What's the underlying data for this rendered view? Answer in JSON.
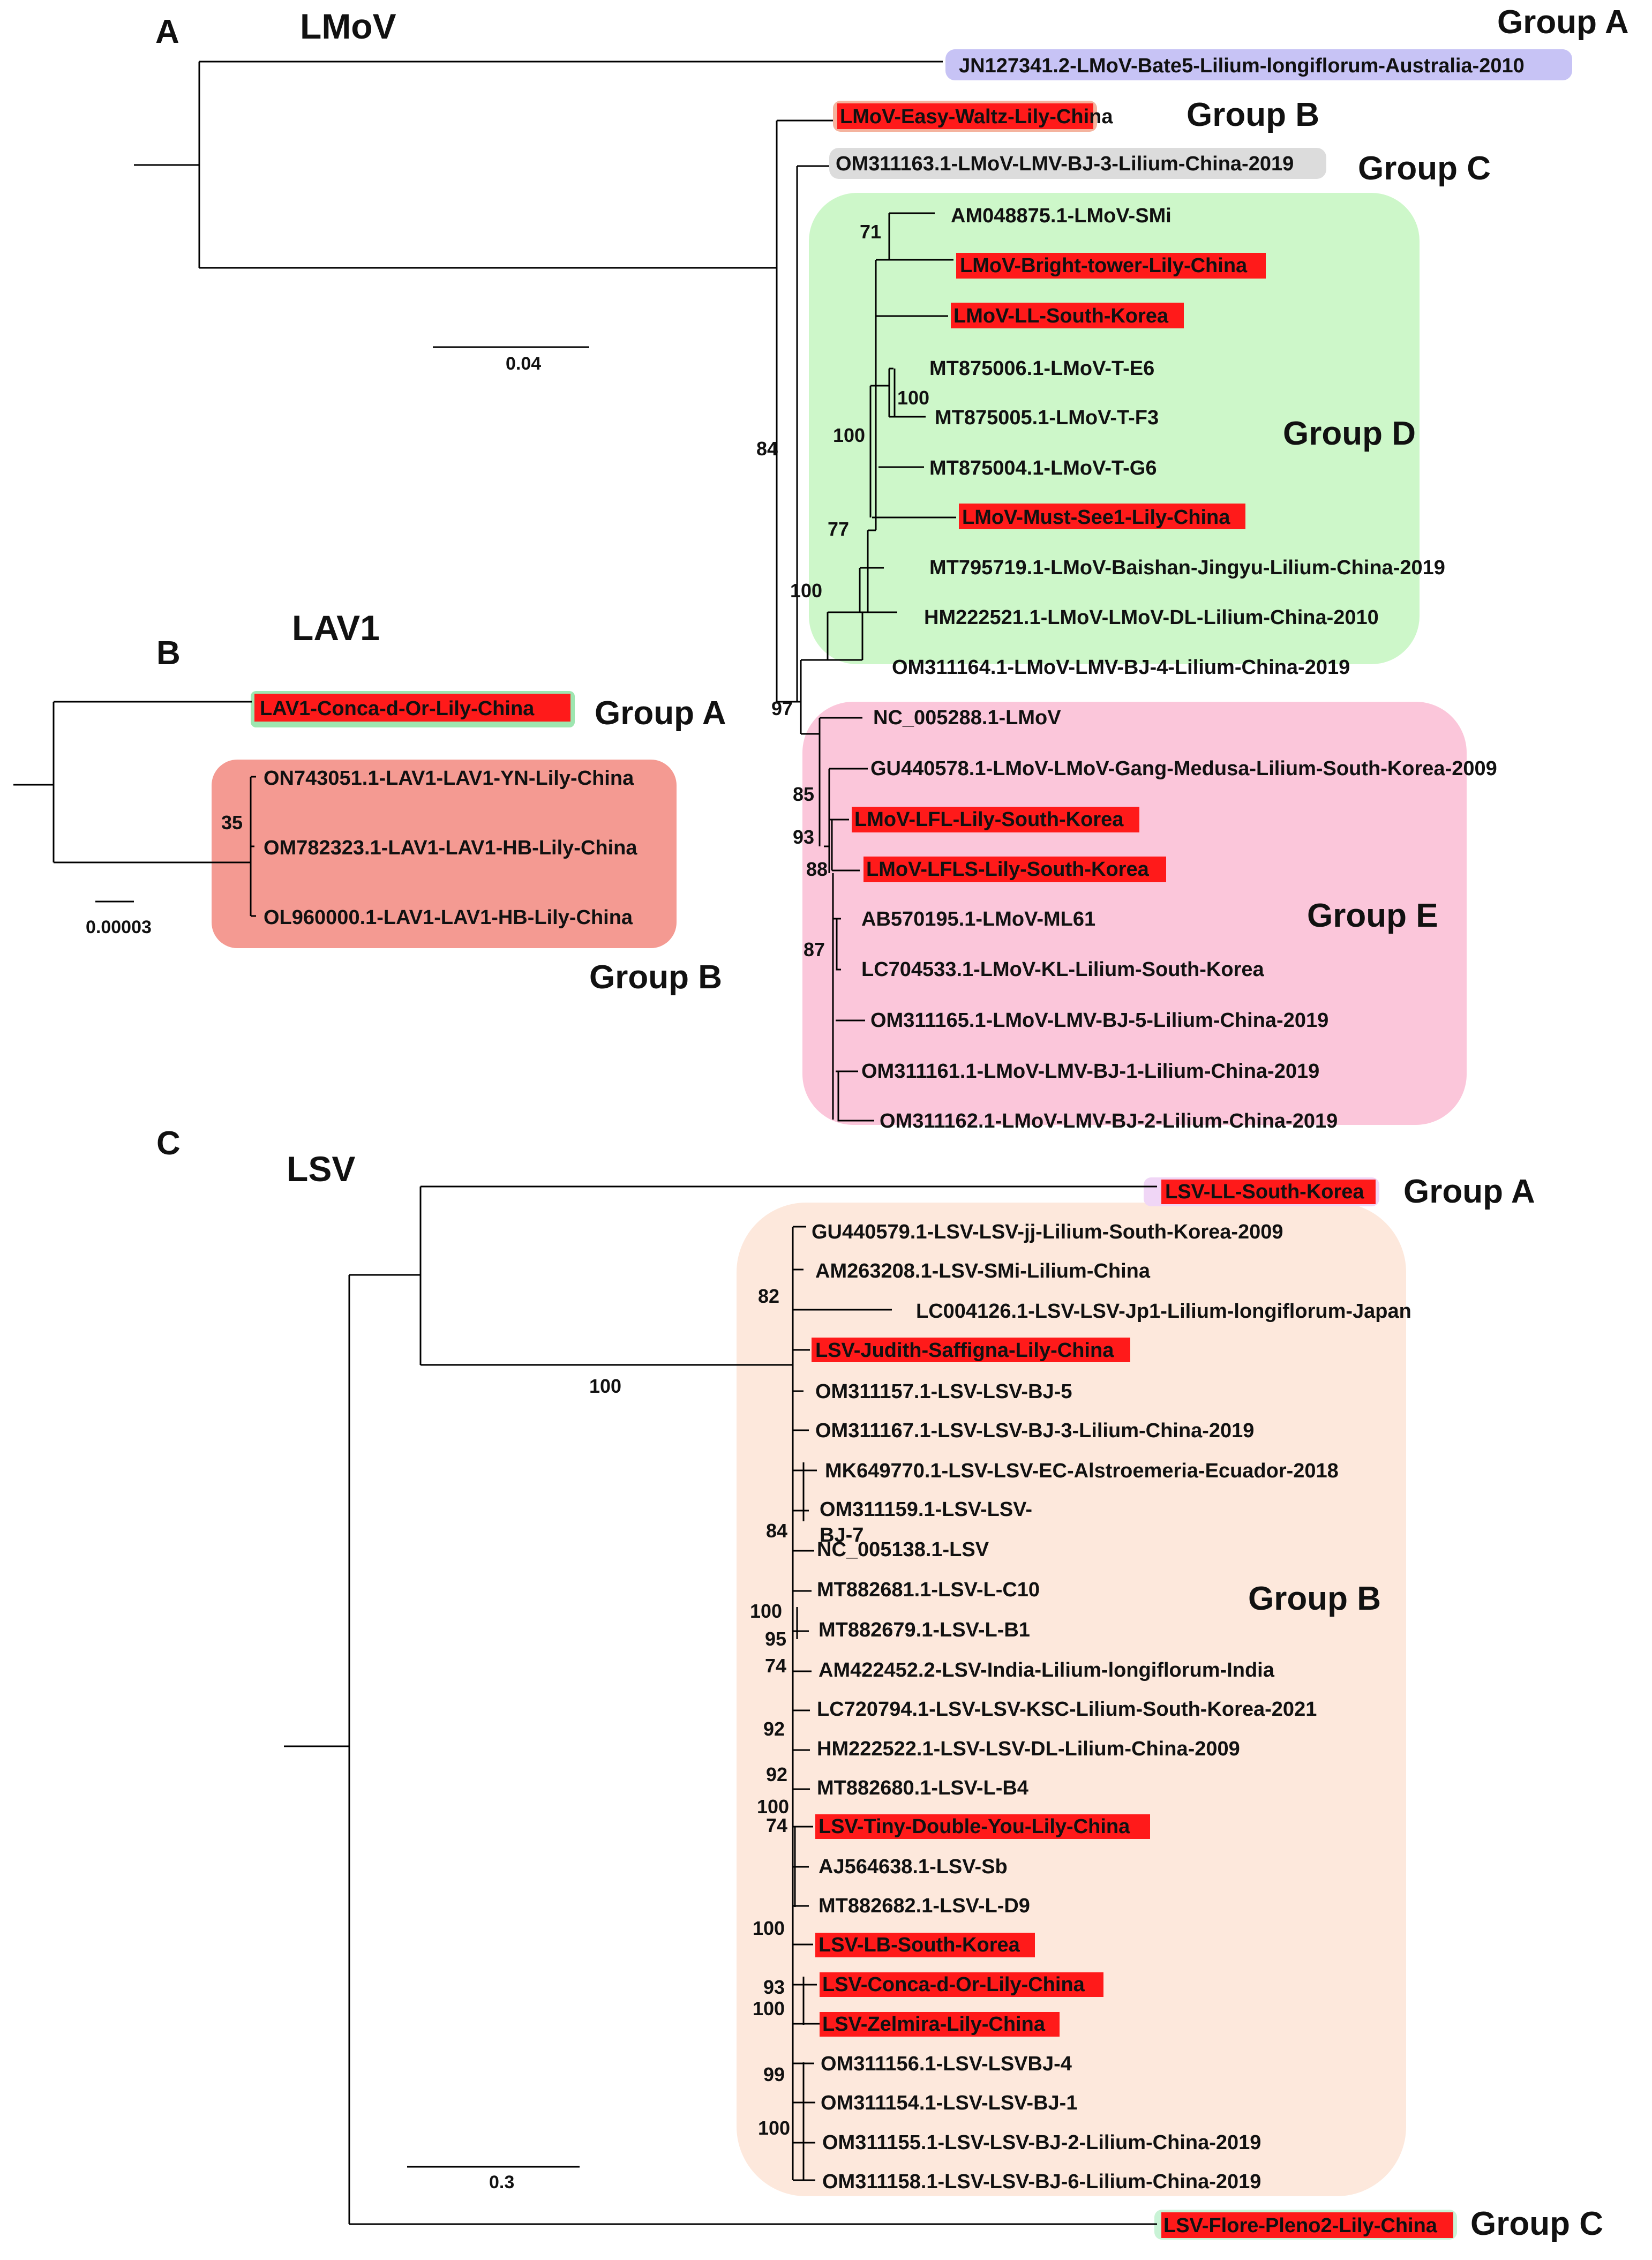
{
  "colors": {
    "highlight": "#ff1a1a",
    "lmov_groupA_bg": "#c7c3f5",
    "lmov_groupB_bg": "#f4b39e",
    "lmov_groupC_bg": "#dcdcdc",
    "lmov_groupD_bg": "#cdf7c9",
    "lmov_groupE_bg": "#fbc6da",
    "lav1_groupA_border": "#9ee6b0",
    "lav1_groupB_bg": "#f49a92",
    "lsv_groupA_bg": "#f0d6f6",
    "lsv_groupB_bg": "#fde8dc",
    "lsv_groupC_bg": "#c9f3d6"
  },
  "panelA": {
    "letter": "A",
    "title": "LMoV",
    "scale_label": "0.04",
    "groups": {
      "A": "Group A",
      "B": "Group B",
      "C": "Group C",
      "D": "Group D",
      "E": "Group E"
    },
    "leaves": {
      "JN127341": "JN127341.2-LMoV-Bate5-Lilium-longiflorum-Australia-2010",
      "EasyWaltz": "LMoV-Easy-Waltz-Lily-China",
      "OM311163": "OM311163.1-LMoV-LMV-BJ-3-Lilium-China-2019",
      "AM048875": "AM048875.1-LMoV-SMi",
      "BrightTower": "LMoV-Bright-tower-Lily-China",
      "LL": "LMoV-LL-South-Korea",
      "MT875006": "MT875006.1-LMoV-T-E6",
      "MT875005": "MT875005.1-LMoV-T-F3",
      "MT875004": "MT875004.1-LMoV-T-G6",
      "MustSee1": "LMoV-Must-See1-Lily-China",
      "MT795719": "MT795719.1-LMoV-Baishan-Jingyu-Lilium-China-2019",
      "HM222521": "HM222521.1-LMoV-LMoV-DL-Lilium-China-2010",
      "OM311164": "OM311164.1-LMoV-LMV-BJ-4-Lilium-China-2019",
      "NC005288": "NC_005288.1-LMoV",
      "GU440578": "GU440578.1-LMoV-LMoV-Gang-Medusa-Lilium-South-Korea-2009",
      "LFL": "LMoV-LFL-Lily-South-Korea",
      "LFLS": "LMoV-LFLS-Lily-South-Korea",
      "AB570195": "AB570195.1-LMoV-ML61",
      "LC704533": "LC704533.1-LMoV-KL-Lilium-South-Korea",
      "OM311165": "OM311165.1-LMoV-LMV-BJ-5-Lilium-China-2019",
      "OM311161": "OM311161.1-LMoV-LMV-BJ-1-Lilium-China-2019",
      "OM311162": "OM311162.1-LMoV-LMV-BJ-2-Lilium-China-2019"
    },
    "bootstrap": {
      "b71": "71",
      "b100a": "100",
      "b100b": "100",
      "b84": "84",
      "b77": "77",
      "b100c": "100",
      "b97": "97",
      "b85": "85",
      "b93": "93",
      "b88": "88",
      "b87": "87"
    }
  },
  "panelB": {
    "letter": "B",
    "title": "LAV1",
    "scale_label": "0.00003",
    "groups": {
      "A": "Group A",
      "B": "Group B"
    },
    "leaves": {
      "ConcaDOr": "LAV1-Conca-d-Or-Lily-China",
      "ON743051": "ON743051.1-LAV1-LAV1-YN-Lily-China",
      "OM782323": "OM782323.1-LAV1-LAV1-HB-Lily-China",
      "OL960000": "OL960000.1-LAV1-LAV1-HB-Lily-China"
    },
    "bootstrap": {
      "b35": "35"
    }
  },
  "panelC": {
    "letter": "C",
    "title": "LSV",
    "scale_label": "0.3",
    "groups": {
      "A": "Group A",
      "B": "Group B",
      "C": "Group C"
    },
    "leaves": {
      "LL": "LSV-LL-South-Korea",
      "GU440579": "GU440579.1-LSV-LSV-jj-Lilium-South-Korea-2009",
      "AM263208": "AM263208.1-LSV-SMi-Lilium-China",
      "LC004126": "LC004126.1-LSV-LSV-Jp1-Lilium-longiflorum-Japan",
      "Judith": "LSV-Judith-Saffigna-Lily-China",
      "OM311157": "OM311157.1-LSV-LSV-BJ-5",
      "OM311167": "OM311167.1-LSV-LSV-BJ-3-Lilium-China-2019",
      "MK649770": "MK649770.1-LSV-LSV-EC-Alstroemeria-Ecuador-2018",
      "OM311159a": "OM311159.1-LSV-LSV-",
      "OM311159b": "BJ-7",
      "NC005138": "NC_005138.1-LSV",
      "MT882681": "MT882681.1-LSV-L-C10",
      "MT882679": "MT882679.1-LSV-L-B1",
      "AM422452": "AM422452.2-LSV-India-Lilium-longiflorum-India",
      "LC720794": "LC720794.1-LSV-LSV-KSC-Lilium-South-Korea-2021",
      "HM222522": "HM222522.1-LSV-LSV-DL-Lilium-China-2009",
      "MT882680": "MT882680.1-LSV-L-B4",
      "TinyDouble": "LSV-Tiny-Double-You-Lily-China",
      "AJ564638": "AJ564638.1-LSV-Sb",
      "MT882682": "MT882682.1-LSV-L-D9",
      "LB": "LSV-LB-South-Korea",
      "ConcaDOr": "LSV-Conca-d-Or-Lily-China",
      "Zelmira": "LSV-Zelmira-Lily-China",
      "OM311156": "OM311156.1-LSV-LSVBJ-4",
      "OM311154": "OM311154.1-LSV-LSV-BJ-1",
      "OM311155": "OM311155.1-LSV-LSV-BJ-2-Lilium-China-2019",
      "OM311158": "OM311158.1-LSV-LSV-BJ-6-Lilium-China-2019",
      "FlorePleno2": "LSV-Flore-Pleno2-Lily-China"
    },
    "bootstrap": {
      "b82": "82",
      "b100root": "100",
      "b84": "84",
      "b100a": "100",
      "b95": "95",
      "b74a": "74",
      "b92a": "92",
      "b92b": "92",
      "b100b": "100",
      "b74b": "74",
      "b100c": "100",
      "b93": "93",
      "b100d": "100",
      "b99": "99",
      "b100e": "100"
    }
  }
}
